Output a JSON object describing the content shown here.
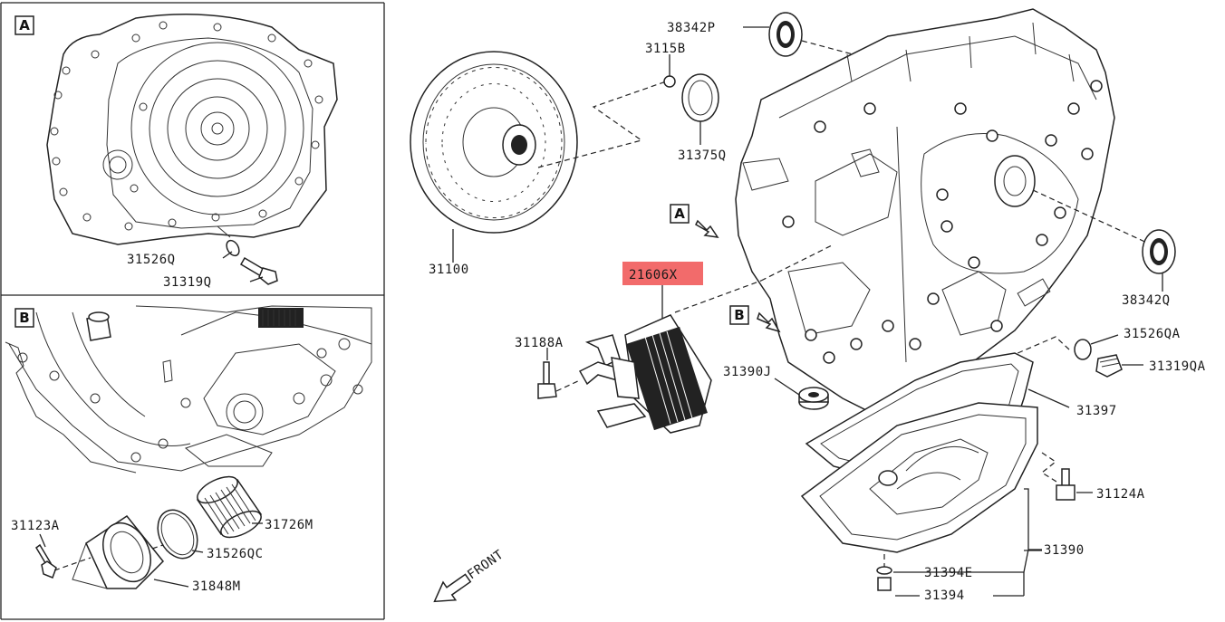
{
  "diagram": {
    "highlight_color": "#f26b6b",
    "sections": {
      "a": "A",
      "b": "B"
    },
    "callouts": {
      "inner_a": "A",
      "inner_b": "B"
    },
    "labels": {
      "p31526q": "31526Q",
      "p31319q": "31319Q",
      "p31123a": "31123A",
      "p31726m": "31726M",
      "p31526qc": "31526QC",
      "p31848m": "31848M",
      "p38342p": "38342P",
      "p3115b": "3115B",
      "p31375q": "31375Q",
      "p31100": "31100",
      "p21606x": "21606X",
      "p31188a": "31188A",
      "p38342q": "38342Q",
      "p31526qa": "31526QA",
      "p31319qa": "31319QA",
      "p31390j": "31390J",
      "p31397": "31397",
      "p31124a": "31124A",
      "p31390": "31390",
      "p31394e": "31394E",
      "p31394": "31394",
      "front": "FRONT"
    }
  }
}
